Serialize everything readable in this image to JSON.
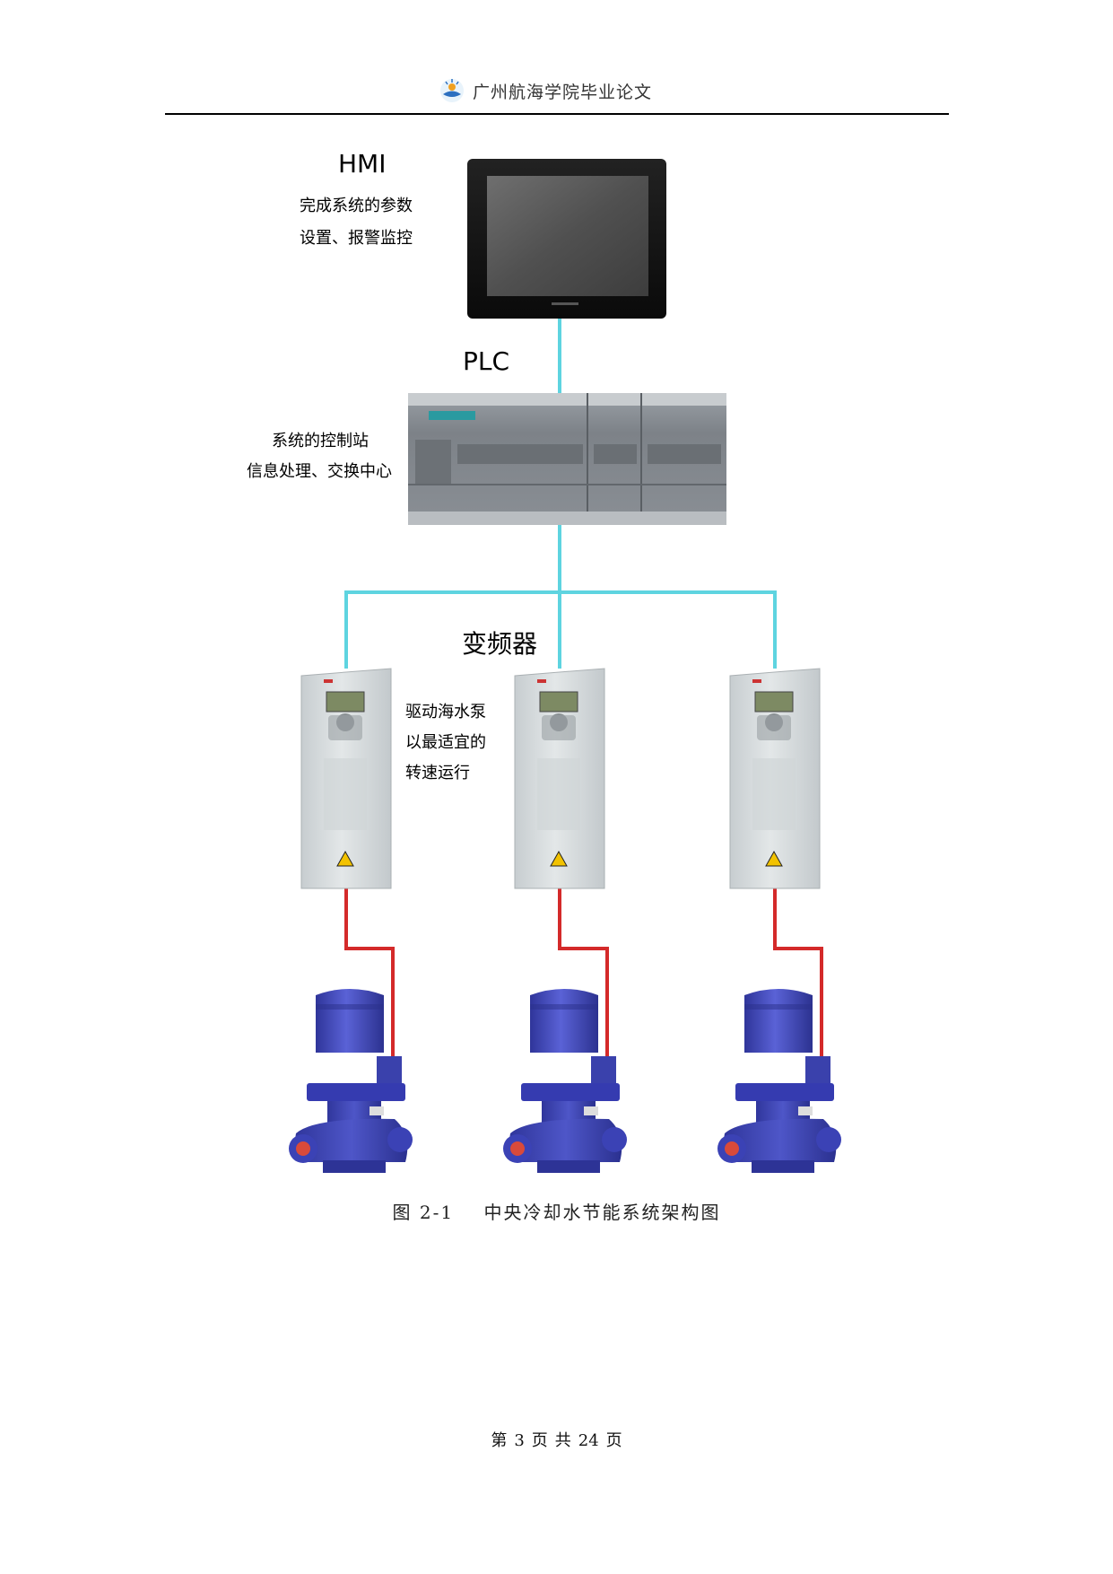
{
  "header": {
    "title": "广州航海学院毕业论文",
    "logo_icon": "university-logo-icon"
  },
  "diagram": {
    "hmi": {
      "title": "HMI",
      "desc_line1": "完成系统的参数",
      "desc_line2": "设置、报警监控"
    },
    "plc": {
      "title": "PLC",
      "desc_line1": "系统的控制站",
      "desc_line2": "信息处理、交换中心"
    },
    "vfd": {
      "title": "变频器",
      "desc_line1": "驱动海水泵",
      "desc_line2": "以最适宜的",
      "desc_line3": "转速运行"
    },
    "colors": {
      "network_line": "#5ed4e0",
      "power_line": "#d42a2a",
      "pump_body": "#3f46b8",
      "vfd_body": "#d9dee0"
    }
  },
  "caption": "图 2-1    中央冷却水节能系统架构图",
  "footer": {
    "prefix": "第",
    "page": "3",
    "mid1": "页",
    "mid2": "共",
    "total": "24",
    "suffix": "页"
  }
}
